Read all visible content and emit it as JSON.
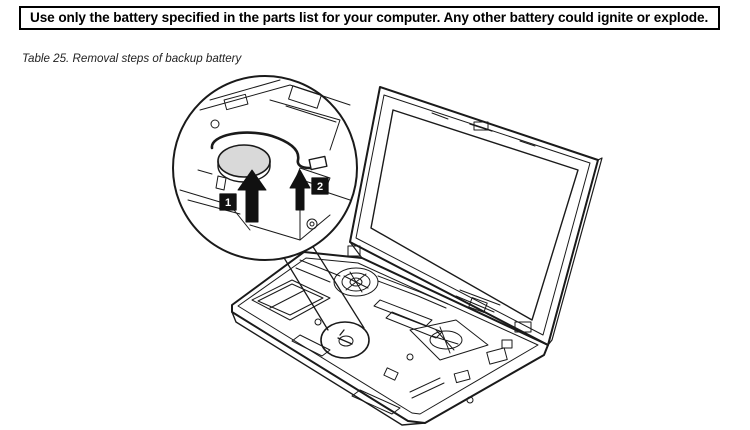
{
  "warning": {
    "text": "Use only the battery specified in the parts list for your computer. Any other battery could ignite or explode."
  },
  "caption": {
    "text": "Table 25.  Removal steps of backup battery"
  },
  "figure": {
    "steps": [
      {
        "label": "1"
      },
      {
        "label": "2"
      }
    ]
  }
}
